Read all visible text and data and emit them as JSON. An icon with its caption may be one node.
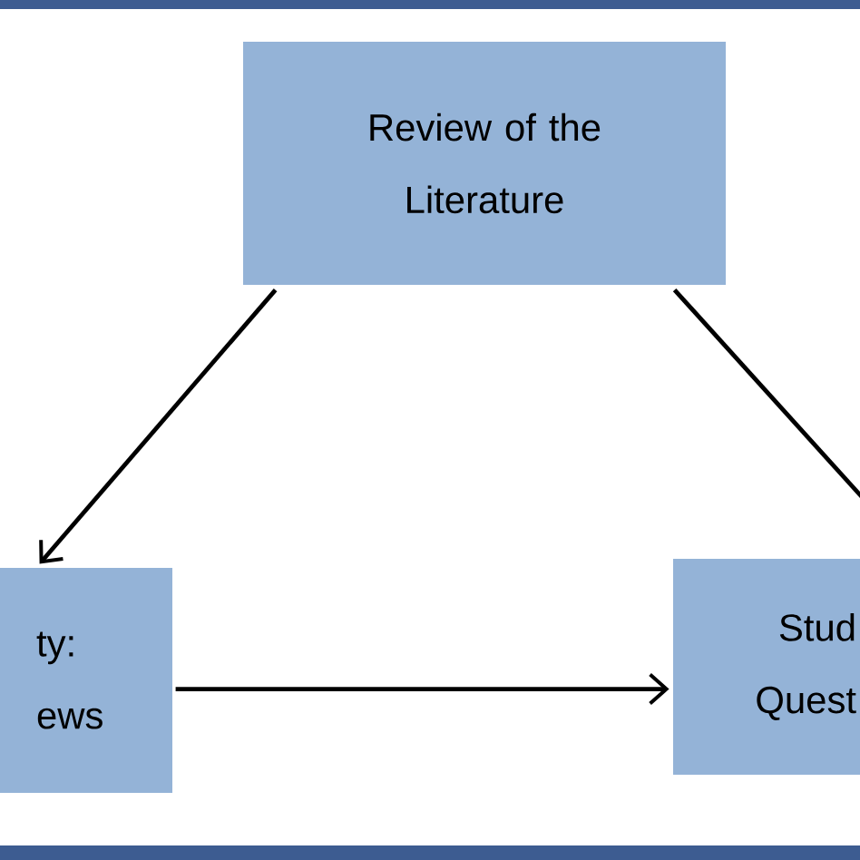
{
  "diagram": {
    "nodes": [
      {
        "text": [
          "Review of the Literature"
        ]
      },
      {
        "text": [
          "ty: ews"
        ]
      },
      {
        "text": [
          "Stud Quest"
        ]
      }
    ],
    "edges": [
      {
        "from": 0,
        "to": 1,
        "arrow": "to"
      },
      {
        "from": 1,
        "to": 2,
        "arrow": "to"
      },
      {
        "from": 0,
        "to": null,
        "arrow": "none"
      }
    ]
  }
}
